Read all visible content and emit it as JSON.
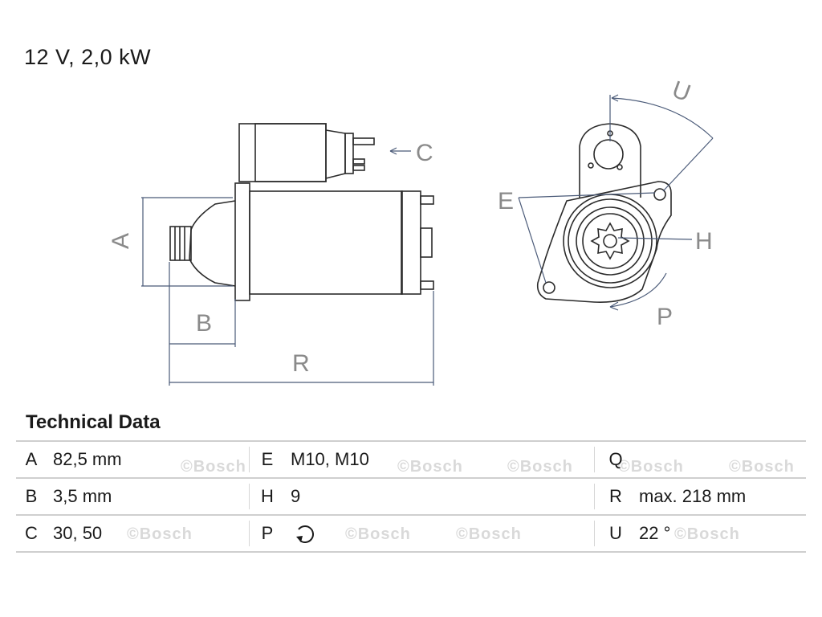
{
  "header": {
    "rating": "12 V, 2,0 kW"
  },
  "diagram": {
    "labels": {
      "A": "A",
      "B": "B",
      "C": "C",
      "R": "R",
      "U": "U",
      "E": "E",
      "H": "H",
      "P": "P"
    }
  },
  "technical_data": {
    "title": "Technical Data",
    "rows": [
      [
        {
          "key": "A",
          "value": "82,5 mm"
        },
        {
          "key": "E",
          "value": "M10, M10"
        },
        {
          "key": "Q",
          "value": ""
        }
      ],
      [
        {
          "key": "B",
          "value": "3,5 mm"
        },
        {
          "key": "H",
          "value": "9"
        },
        {
          "key": "R",
          "value": "max. 218 mm"
        }
      ],
      [
        {
          "key": "C",
          "value": "30, 50"
        },
        {
          "key": "P",
          "value": ""
        },
        {
          "key": "U",
          "value": "22 °"
        }
      ]
    ],
    "rotation_icon": "clockwise-rotation-icon"
  },
  "watermark": "©Bosch"
}
